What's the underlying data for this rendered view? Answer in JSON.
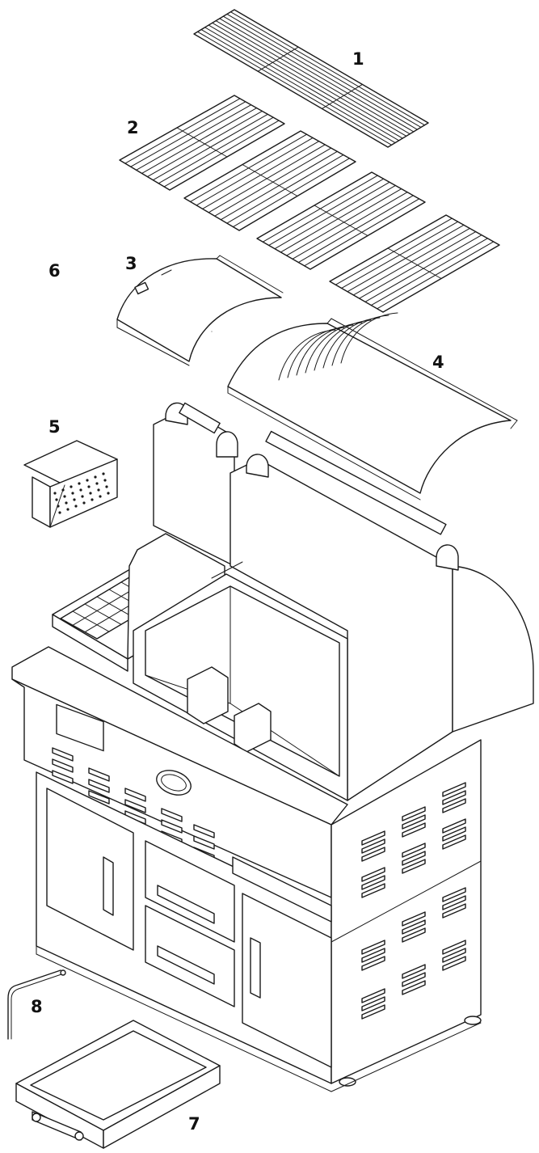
{
  "diagram": {
    "parts": [
      {
        "id": "1",
        "label": "1"
      },
      {
        "id": "2",
        "label": "2"
      },
      {
        "id": "3",
        "label": "3"
      },
      {
        "id": "4",
        "label": "4"
      },
      {
        "id": "5",
        "label": "5"
      },
      {
        "id": "6",
        "label": "6"
      },
      {
        "id": "7",
        "label": "7"
      },
      {
        "id": "8",
        "label": "8"
      }
    ],
    "colors": {
      "line": "#1a1a1a",
      "background": "#ffffff"
    }
  }
}
